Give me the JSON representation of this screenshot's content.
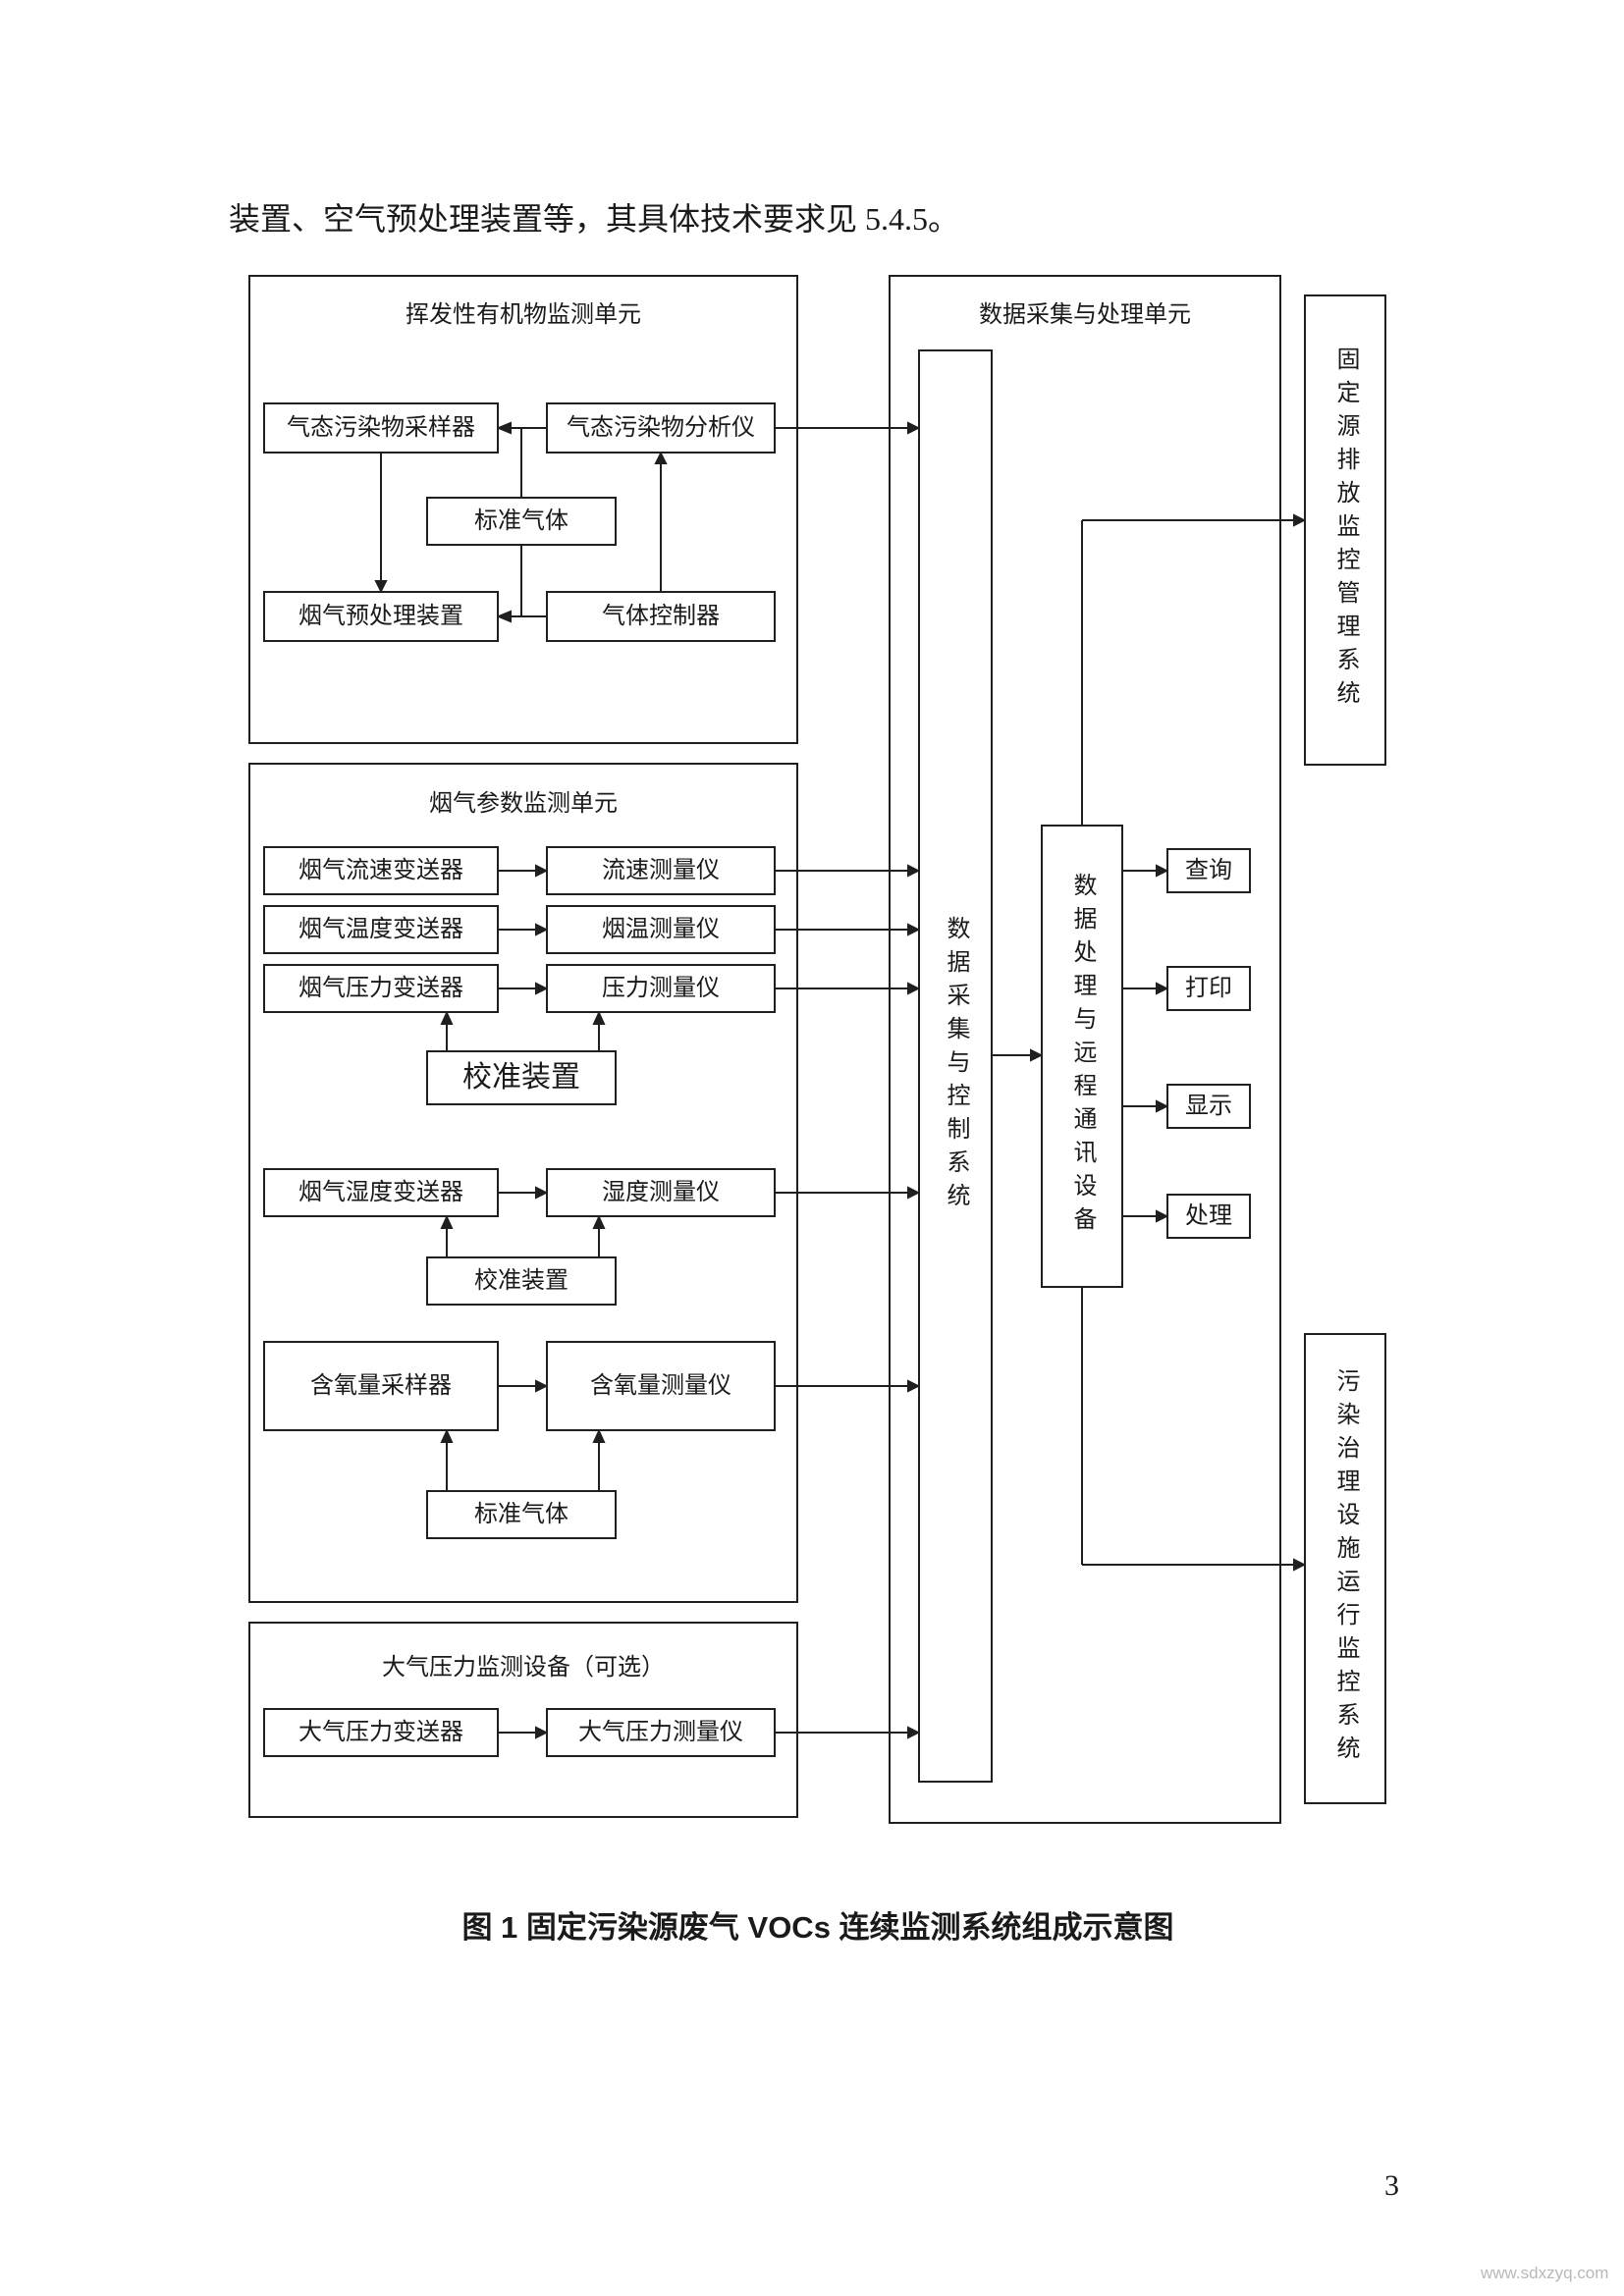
{
  "page": {
    "intro": "装置、空气预处理装置等，其具体技术要求见 5.4.5。",
    "caption": "图 1  固定污染源废气 VOCs 连续监测系统组成示意图",
    "page_number": "3",
    "watermark": "www.sdxzyq.com"
  },
  "voc": {
    "title": "挥发性有机物监测单元",
    "sampler": "气态污染物采样器",
    "analyzer": "气态污染物分析仪",
    "standard_gas": "标准气体",
    "pretreatment": "烟气预处理装置",
    "controller": "气体控制器"
  },
  "flue": {
    "title": "烟气参数监测单元",
    "flow_transmitter": "烟气流速变送器",
    "flow_meter": "流速测量仪",
    "temp_transmitter": "烟气温度变送器",
    "temp_meter": "烟温测量仪",
    "pressure_transmitter": "烟气压力变送器",
    "pressure_meter": "压力测量仪",
    "calibration1": "校准装置",
    "humidity_transmitter": "烟气湿度变送器",
    "humidity_meter": "湿度测量仪",
    "calibration2": "校准装置",
    "oxygen_sampler": "含氧量采样器",
    "oxygen_meter": "含氧量测量仪",
    "standard_gas": "标准气体"
  },
  "atm": {
    "title": "大气压力监测设备（可选）",
    "transmitter": "大气压力变送器",
    "meter": "大气压力测量仪"
  },
  "daq": {
    "title": "数据采集与处理单元",
    "acq_system": "数据采集与控制系统",
    "comm_device": "数据处理与远程通讯设备",
    "outputs": {
      "query": "查询",
      "print": "打印",
      "display": "显示",
      "process": "处理"
    }
  },
  "external": {
    "emission": "固定源排放监控管理系统",
    "pollution": "污染治理设施运行监控系统"
  }
}
